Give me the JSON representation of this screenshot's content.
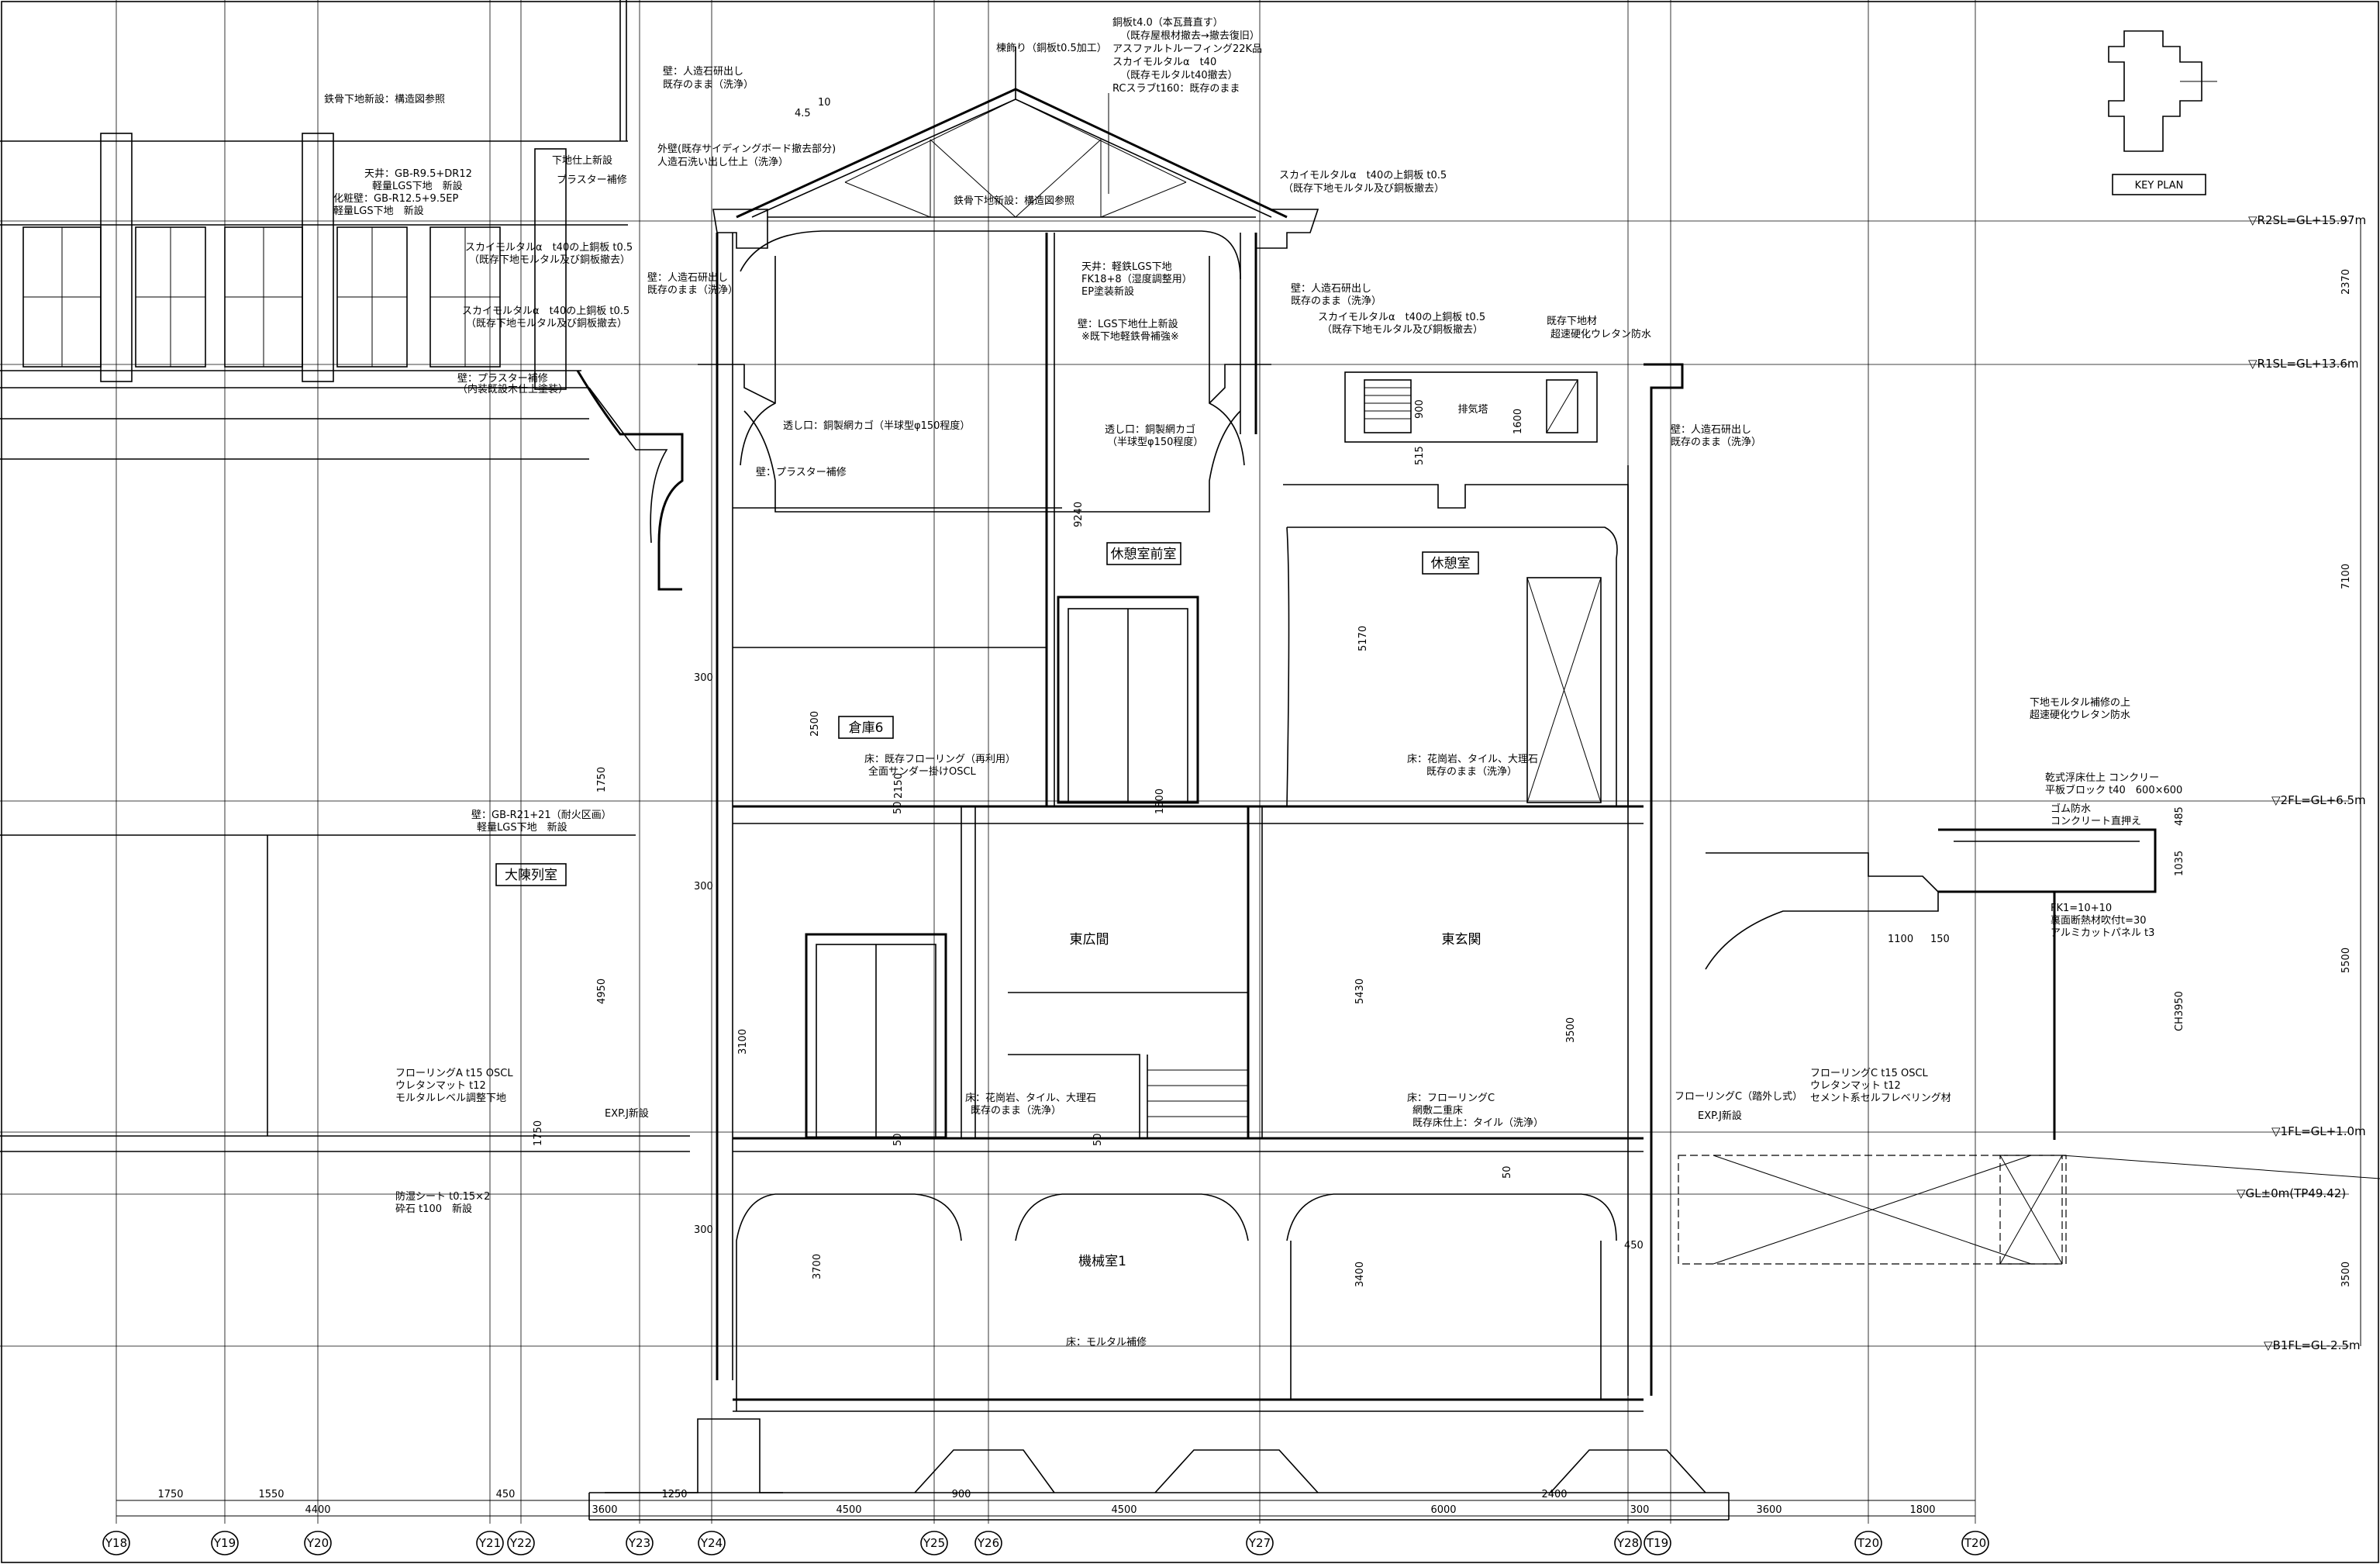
{
  "key_plan_label": "KEY PLAN",
  "levels": [
    {
      "label": "▽R2SL=GL+15.97m"
    },
    {
      "label": "▽R1SL=GL+13.6m"
    },
    {
      "label": "▽2FL=GL+6.5m"
    },
    {
      "label": "▽1FL=GL+1.0m"
    },
    {
      "label": "▽GL±0m(TP49.42)"
    },
    {
      "label": "▽B1FL=GL-2.5m"
    }
  ],
  "right_dims": [
    "2370",
    "7100",
    "5500",
    "3500"
  ],
  "axes": [
    "Y18",
    "Y19",
    "Y20",
    "Y21",
    "Y22",
    "Y23",
    "Y24",
    "Y25",
    "Y26",
    "Y27",
    "Y28",
    "T19",
    "T20",
    "T20"
  ],
  "bottom_dims_row1": [
    "1750",
    "1550",
    "450",
    "1250",
    "900",
    "2400",
    "300",
    "1800"
  ],
  "bottom_dims_row2": [
    "4400",
    "3600",
    "4500",
    "4500",
    "6000",
    "3600"
  ],
  "rooms": {
    "kyukeishitsu_zenshitsu": "休憩室前室",
    "kyukeishitsu": "休憩室",
    "souko6": "倉庫6",
    "higashi_hiroma": "東広間",
    "higashi_genkan": "東玄関",
    "daichinretsushitsu": "大陳列室",
    "kikaishitsu1": "機械室1",
    "haikitou": "排気塔"
  },
  "inner_dims": [
    "9240",
    "5170",
    "2500",
    "4950",
    "1750",
    "3100",
    "3700",
    "3400",
    "5430",
    "3500",
    "300",
    "300",
    "300",
    "450",
    "1600",
    "900",
    "515",
    "150",
    "1100",
    "485",
    "1035",
    "CH3950",
    "1750",
    "50",
    "50",
    "50",
    "50",
    "1300",
    "2150"
  ],
  "notes": [
    "棟飾り（銅板t0.5加工）",
    "銅板t4.0（本瓦葺直す）",
    "（既存屋根材撤去→撤去復旧）",
    "アスファルトルーフィング22K品",
    "スカイモルタルα　t40",
    "（既存モルタルt40撤去）",
    "RCスラブt160：既存のまま",
    "壁：人造石研出し",
    "既存のまま（洗浄）",
    "外壁(既存サイディングボード撤去部分)",
    "人造石洗い出し仕上（洗浄）",
    "鉄骨下地新設：構造図参照",
    "天井：GB-R9.5+DR12",
    "軽量LGS下地　新設",
    "化粧壁：GB-R12.5+9.5EP",
    "軽量LGS下地　新設",
    "下地仕上新設",
    "プラスター補修",
    "スカイモルタルα　t40の上銅板 t0.5",
    "（既存下地モルタル及び銅板撤去）",
    "天井：軽鉄LGS下地",
    "FK18+8（湿度調整用）",
    "EP塗装新設",
    "壁：LGS下地仕上新設",
    "※既下地軽鉄骨補強※",
    "壁：プラスター補修",
    "（内装既設木仕上塗装）",
    "既存下地材",
    "下地モルタル補修の上",
    "超速硬化ウレタン防水",
    "壁：人造石研出し",
    "既存のまま（洗浄）",
    "透し口：銅製網カゴ（半球型φ150程度）",
    "壁：プラスター補修",
    "床：既存フローリング（再利用）",
    "全面サンダー掛けOSCL",
    "床：花崗岩、タイル、大理石",
    "既存のまま（洗浄）",
    "乾式浮床仕上 コンクリー",
    "平板ブロック t40　600×600",
    "ゴム防水",
    "コンクリート直押え",
    "FK1=10+10",
    "裏面断熱材吹付t=30",
    "アルミカットパネル t3",
    "壁：GB-R21+21（耐火区画）",
    "軽量LGS下地　新設",
    "フローリングA t15 OSCL",
    "ウレタンマット t12",
    "モルタルレベル調整下地",
    "EXP.J新設",
    "床：花崗岩、タイル、大理石",
    "既存のまま（洗浄）",
    "床：フローリングC",
    "網敷二重床",
    "既存床仕上：タイル（洗浄）",
    "フローリングC（踏外し式）",
    "EXP.J新設",
    "フローリングC t15 OSCL",
    "ウレタンマット t12",
    "セメント系セルフレベリング材",
    "防湿シート t0.15×2",
    "砕石 t100　新設",
    "床：モルタル補修"
  ],
  "roof_slope": [
    "10",
    "4.5"
  ]
}
